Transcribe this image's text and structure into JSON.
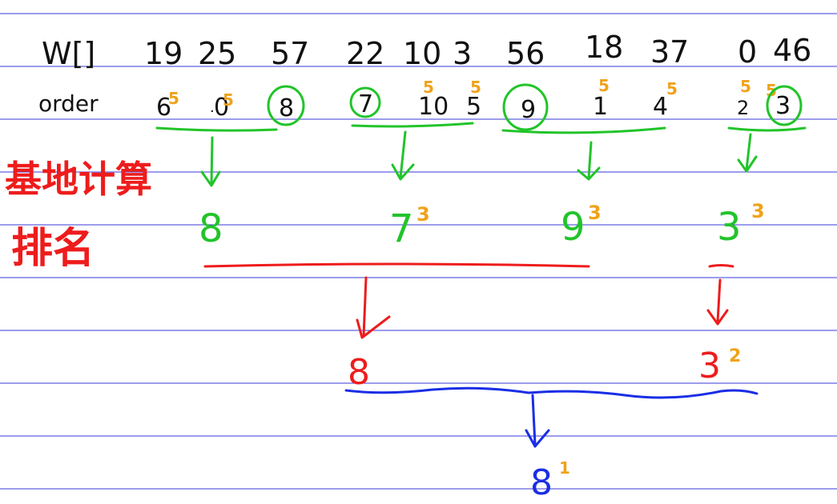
{
  "colors": {
    "ruled_line": "#3a3ad8",
    "black": "#111111",
    "green": "#22c42a",
    "red": "#ee1c1c",
    "blue": "#1a2ee6",
    "orange": "#f0a21a"
  },
  "header": {
    "w_label": "W[]",
    "weights": [
      "19",
      "25",
      "57",
      "22",
      "10",
      "3",
      "56",
      "18",
      "37",
      "0",
      "46"
    ],
    "order_label": "order",
    "orders": [
      "6",
      "0",
      "8",
      "7",
      "10",
      "5",
      "9",
      "1",
      "4",
      "2",
      "3"
    ],
    "order_marks": [
      "5",
      "5",
      "5",
      "5",
      "5",
      "5",
      "5",
      "5"
    ]
  },
  "side_note": {
    "line1": "基地计算",
    "line2": "排名"
  },
  "level1": {
    "winners": [
      "8",
      "7",
      "9",
      "3"
    ],
    "marks": [
      "3",
      "3",
      "3"
    ]
  },
  "level2": {
    "winners": [
      "8",
      "3"
    ],
    "mark": "2"
  },
  "level3": {
    "winner": "8",
    "mark": "1"
  }
}
